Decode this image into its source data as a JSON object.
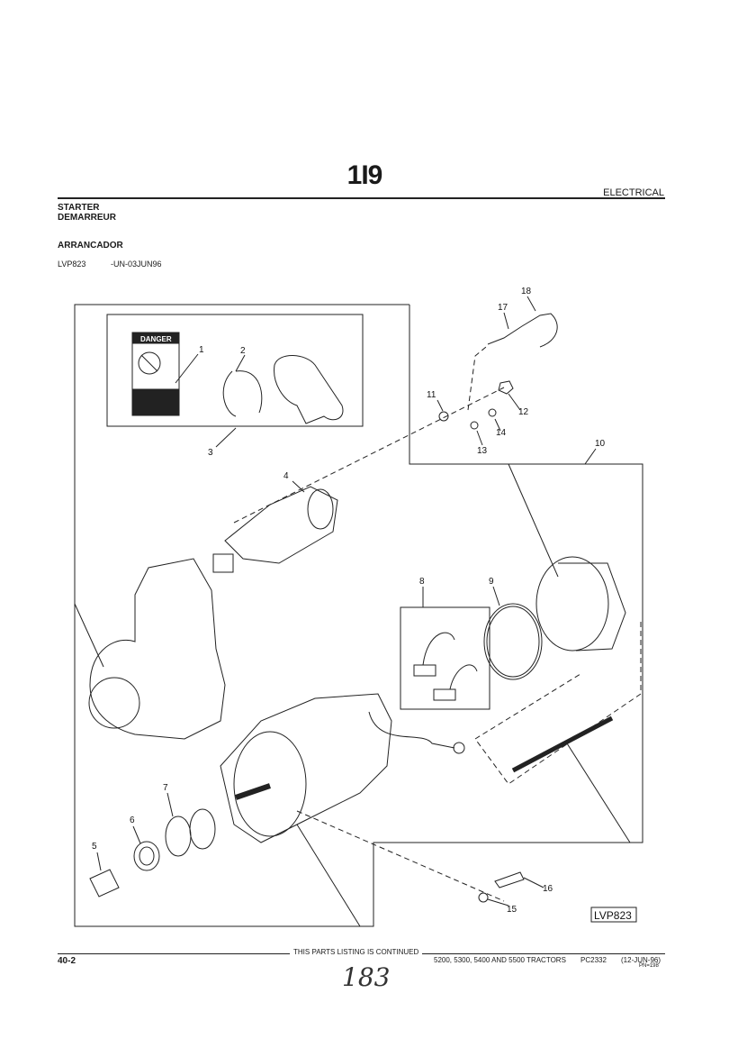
{
  "header": {
    "page_number": "1I9",
    "section": "ELECTRICAL",
    "title_en": "STARTER",
    "title_fr": "DEMARREUR",
    "title_es": "ARRANCADOR",
    "illustration_code": "LVP823",
    "change_code": "-UN-03JUN96"
  },
  "diagram": {
    "decal_text": "DANGER",
    "figure_label": "LVP823",
    "callouts": [
      "1",
      "2",
      "3",
      "4",
      "5",
      "6",
      "7",
      "8",
      "9",
      "10",
      "11",
      "12",
      "13",
      "14",
      "15",
      "16",
      "17",
      "18"
    ]
  },
  "footer": {
    "page_code": "40-2",
    "continued": "THIS PARTS LISTING IS CONTINUED",
    "tractors": "5200, 5300, 5400 AND 5500 TRACTORS",
    "catalog": "PC2332",
    "date": "(12-JUN-96)",
    "pn": "PN=198",
    "handwritten_number": "183"
  }
}
